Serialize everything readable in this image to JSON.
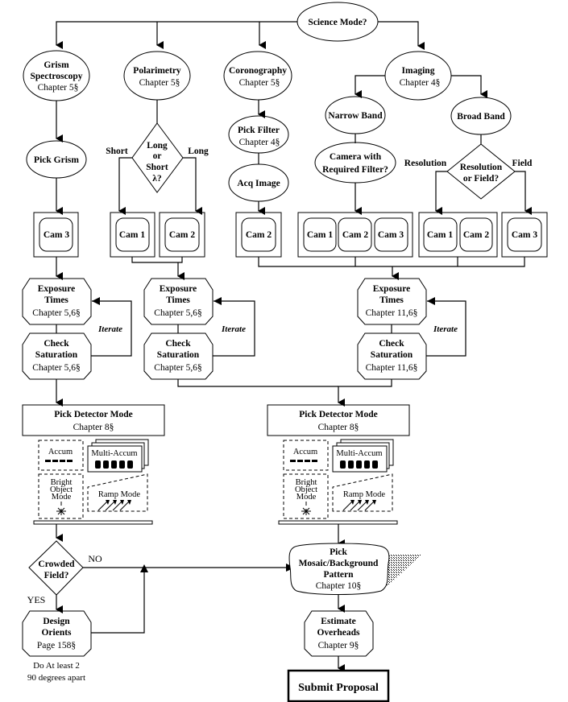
{
  "title": "Science Mode?",
  "modes": {
    "grism": {
      "line1": "Grism",
      "line2": "Spectroscopy",
      "chapter": "Chapter 5§"
    },
    "polarimetry": {
      "label": "Polarimetry",
      "chapter": "Chapter 5§"
    },
    "coronography": {
      "label": "Coronography",
      "chapter": "Chapter 5§"
    },
    "imaging": {
      "label": "Imaging",
      "chapter": "Chapter 4§"
    }
  },
  "grism_path": {
    "pick": "Pick Grism",
    "camera": "Cam 3"
  },
  "polarimetry_path": {
    "decision": [
      "Long",
      "or",
      "Short",
      "λ?"
    ],
    "short_label": "Short",
    "long_label": "Long",
    "cameras": [
      "Cam 1",
      "Cam 2"
    ]
  },
  "coronography_path": {
    "pick_filter": "Pick Filter",
    "pick_filter_chapter": "Chapter 4§",
    "acq": "Acq Image",
    "camera": "Cam 2"
  },
  "imaging_path": {
    "narrow": "Narrow Band",
    "broad": "Broad Band",
    "camera_question": [
      "Camera with",
      "Required Filter?"
    ],
    "decision": [
      "Resolution",
      "or Field?"
    ],
    "resolution_label": "Resolution",
    "field_label": "Field",
    "narrow_cameras": [
      "Cam 1",
      "Cam 2",
      "Cam 3"
    ],
    "resolution_cameras": [
      "Cam 1",
      "Cam 2"
    ],
    "field_camera": "Cam 3"
  },
  "exposure": {
    "line1": "Exposure",
    "line2": "Times",
    "chapter_a": "Chapter 5,6§",
    "chapter_b": "Chapter 11,6§"
  },
  "saturation": {
    "line1": "Check",
    "line2": "Saturation",
    "chapter_a": "Chapter 5,6§",
    "chapter_b": "Chapter 11,6§"
  },
  "iterate": "Iterate",
  "detector": {
    "title": "Pick Detector Mode",
    "chapter": "Chapter 8§",
    "modes": {
      "accum": "Accum",
      "multi": "Multi-Accum",
      "bright": [
        "Bright",
        "Object",
        "Mode"
      ],
      "ramp": "Ramp Mode"
    }
  },
  "crowded": {
    "line1": "Crowded",
    "line2": "Field?",
    "yes": "YES",
    "no": "NO"
  },
  "orients": {
    "line1": "Design",
    "line2": "Orients",
    "page": "Page 158§",
    "note1": "Do At least 2",
    "note2": "90 degrees apart"
  },
  "mosaic": {
    "line1": "Pick",
    "line2": "Mosaic/Background",
    "line3": "Pattern",
    "chapter": "Chapter 10§"
  },
  "overheads": {
    "line1": "Estimate",
    "line2": "Overheads",
    "chapter": "Chapter 9§"
  },
  "submit": "Submit Proposal"
}
